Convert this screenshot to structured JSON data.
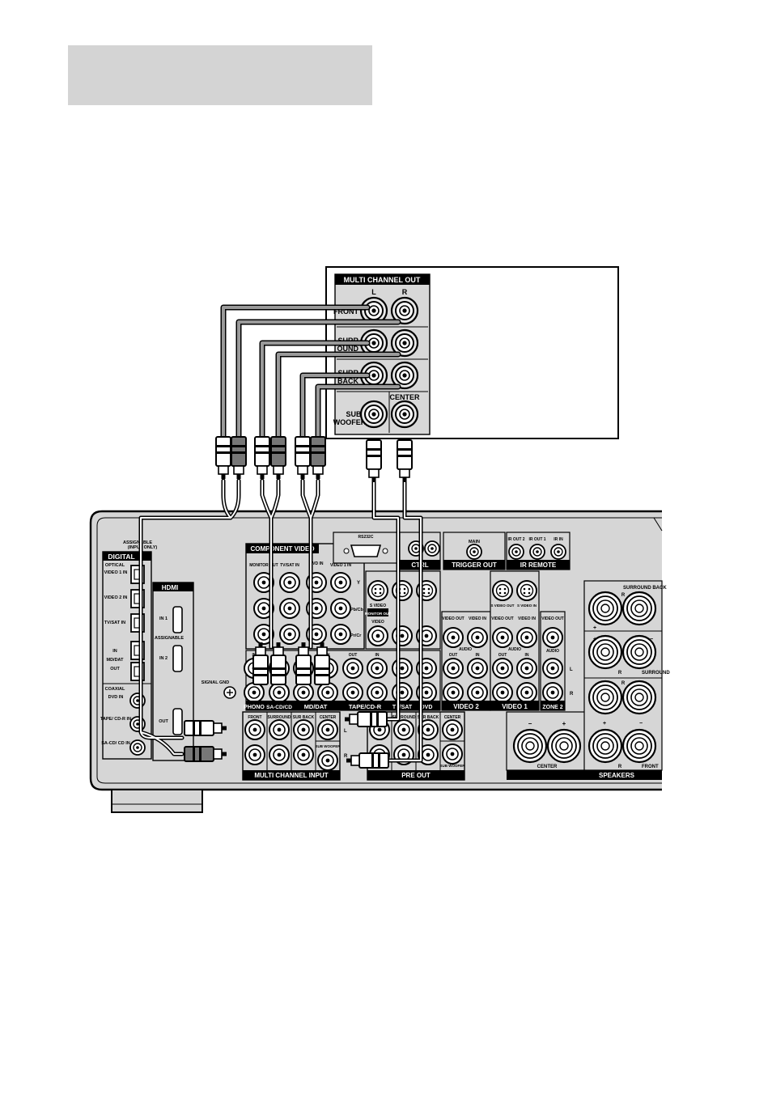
{
  "multi_channel_out": {
    "title": "MULTI CHANNEL OUT",
    "col_left": "L",
    "col_right": "R",
    "front": "FRONT",
    "surround_1": "SURR",
    "surround_2": "OUND",
    "surr_back_1": "SURR",
    "surr_back_2": "BACK",
    "sub_woofer_1": "SUB",
    "sub_woofer_2": "WOOFER",
    "center": "CENTER"
  },
  "receiver": {
    "assignable": "ASSIGNABLE",
    "input_only": "(INPUT ONLY)",
    "digital": "DIGITAL",
    "optical": "OPTICAL",
    "video1_in": "VIDEO 1 IN",
    "video2_in": "VIDEO 2 IN",
    "tvsat_in": "TV/SAT IN",
    "in": "IN",
    "out": "OUT",
    "mddat": "MD/DAT",
    "coaxial": "COAXIAL",
    "dvd_in": "DVD IN",
    "tape_in": "TAPE/ CD-R IN",
    "sacd_in": "SA-CD/ CD IN",
    "hdmi": "HDMI",
    "hdmi_in1": "IN 1",
    "hdmi_assignable": "ASSIGNABLE",
    "hdmi_in2": "IN 2",
    "hdmi_out": "OUT",
    "signal_gnd": "SIGNAL GND",
    "component_video": "COMPONENT VIDEO",
    "monitor_out": "MONITOR OUT",
    "cv_tvsat_in": "TV/SAT IN",
    "cv_dvd_in": "DVD IN",
    "cv_video1_in": "VIDEO 1 IN",
    "y": "Y",
    "pb": "Pb/Cb",
    "pr": "Pr/Cr",
    "rs232c": "RS232C",
    "ctrl": "CTRL",
    "main": "MAIN",
    "trigger_out": "TRIGGER OUT",
    "ir_out2": "IR OUT 2",
    "ir_out1": "IR OUT 1",
    "ir_in": "IR IN",
    "ir_remote": "IR REMOTE",
    "s_video": "S VIDEO",
    "monitor_out_s": "MONITOR OUT",
    "video": "VIDEO",
    "video_out": "VIDEO OUT",
    "video_in": "VIDEO IN",
    "audio": "AUDIO",
    "phono": "PHONO",
    "sacd": "SA-CD/CD",
    "mddat_audio": "MD/DAT",
    "tapecdr": "TAPE/CD-R",
    "tvsat": "TV/SAT",
    "dvd": "DVD",
    "video_2": "VIDEO 2",
    "video_1": "VIDEO 1",
    "zone_2": "ZONE 2",
    "s_video_out": "S VIDEO OUT",
    "s_video_in": "S VIDEO IN",
    "l": "L",
    "r": "R",
    "mci_front": "FRONT",
    "mci_surround": "SURROUND",
    "mci_surr_back": "SUR BACK",
    "mci_center": "CENTER",
    "mci_sub_woofer": "SUB WOOFER",
    "multi_channel_input": "MULTI CHANNEL INPUT",
    "preout_surround": "SURROUND",
    "preout_surback": "SUR BACK",
    "preout_center": "CENTER",
    "preout_sub_woofer": "SUB WOOFER",
    "pre_out": "PRE OUT",
    "surround_back": "SURROUND BACK",
    "surround": "SURROUND",
    "center_sp": "CENTER",
    "front_sp": "FRONT",
    "speakers": "SPEAKERS",
    "plus": "+",
    "minus": "−"
  },
  "colors": {
    "panel": "#d6d6d6",
    "outline": "#000000",
    "label_bar": "#000000",
    "cable": "#9a9a9a",
    "header_box": "#d4d4d4"
  }
}
